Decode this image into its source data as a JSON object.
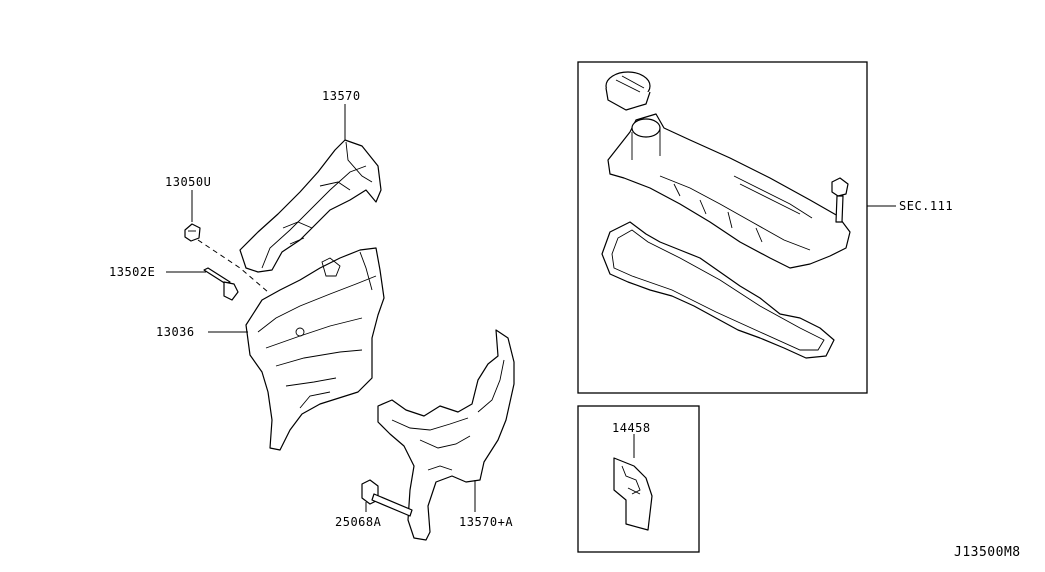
{
  "diagram": {
    "labels": {
      "p13570": "13570",
      "p13050U": "13050U",
      "p13502E": "13502E",
      "p13036": "13036",
      "p25068A": "25068A",
      "p13570A": "13570+A",
      "sec111": "SEC.111",
      "p14458": "14458",
      "code": "J13500M8"
    }
  }
}
